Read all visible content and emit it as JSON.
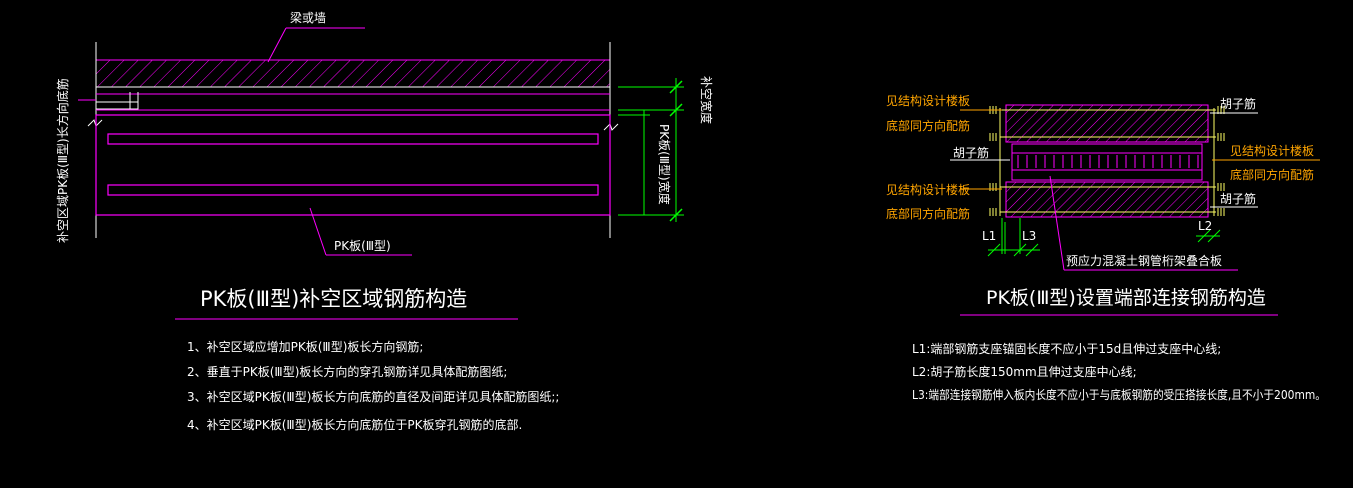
{
  "colors": {
    "background": "#000000",
    "outline": "#ff00ff",
    "hatch": "#ff00ff",
    "dimension": "#00ff00",
    "rebar": "#ffff66",
    "text": "#ffffff",
    "callout_text": "#ffa500"
  },
  "left": {
    "label_beam": "梁或墙",
    "label_left_vertical": "补空区域PK板(Ⅲ型)长方向底筋",
    "label_right_fill": "补空宽度",
    "label_right_width": "PK板(Ⅲ型)宽度",
    "label_slab": "PK板(Ⅲ型)",
    "title": "PK板(Ⅲ型)补空区域钢筋构造",
    "notes": [
      "1、补空区域应增加PK板(Ⅲ型)板长方向钢筋;",
      "2、垂直于PK板(Ⅲ型)板长方向的穿孔钢筋详见具体配筋图纸;",
      "3、补空区域PK板(Ⅲ型)板长方向底筋的直径及间距详见具体配筋图纸;;",
      "4、补空区域PK板(Ⅲ型)板长方向底筋位于PK板穿孔钢筋的底部."
    ]
  },
  "right": {
    "callout_top_1": "见结构设计楼板",
    "callout_top_2": "底部同方向配筋",
    "callout_mid_1": "见结构设计楼板",
    "callout_mid_2": "底部同方向配筋",
    "callout_bot_1": "见结构设计楼板",
    "callout_bot_2": "底部同方向配筋",
    "hook_top": "胡子筋",
    "hook_mid": "胡子筋",
    "hook_bot": "胡子筋",
    "dim_l1": "L1",
    "dim_l3": "L3",
    "dim_l2": "L2",
    "label_slab": "预应力混凝土钢管桁架叠合板",
    "title": "PK板(Ⅲ型)设置端部连接钢筋构造",
    "notes": [
      "L1:端部钢筋支座锚固长度不应小于15d且伸过支座中心线;",
      "L2:胡子筋长度150mm且伸过支座中心线;",
      "L3:端部连接钢筋伸入板内长度不应小于与底板钢筋的受压搭接长度,且不小于200mm。"
    ]
  }
}
